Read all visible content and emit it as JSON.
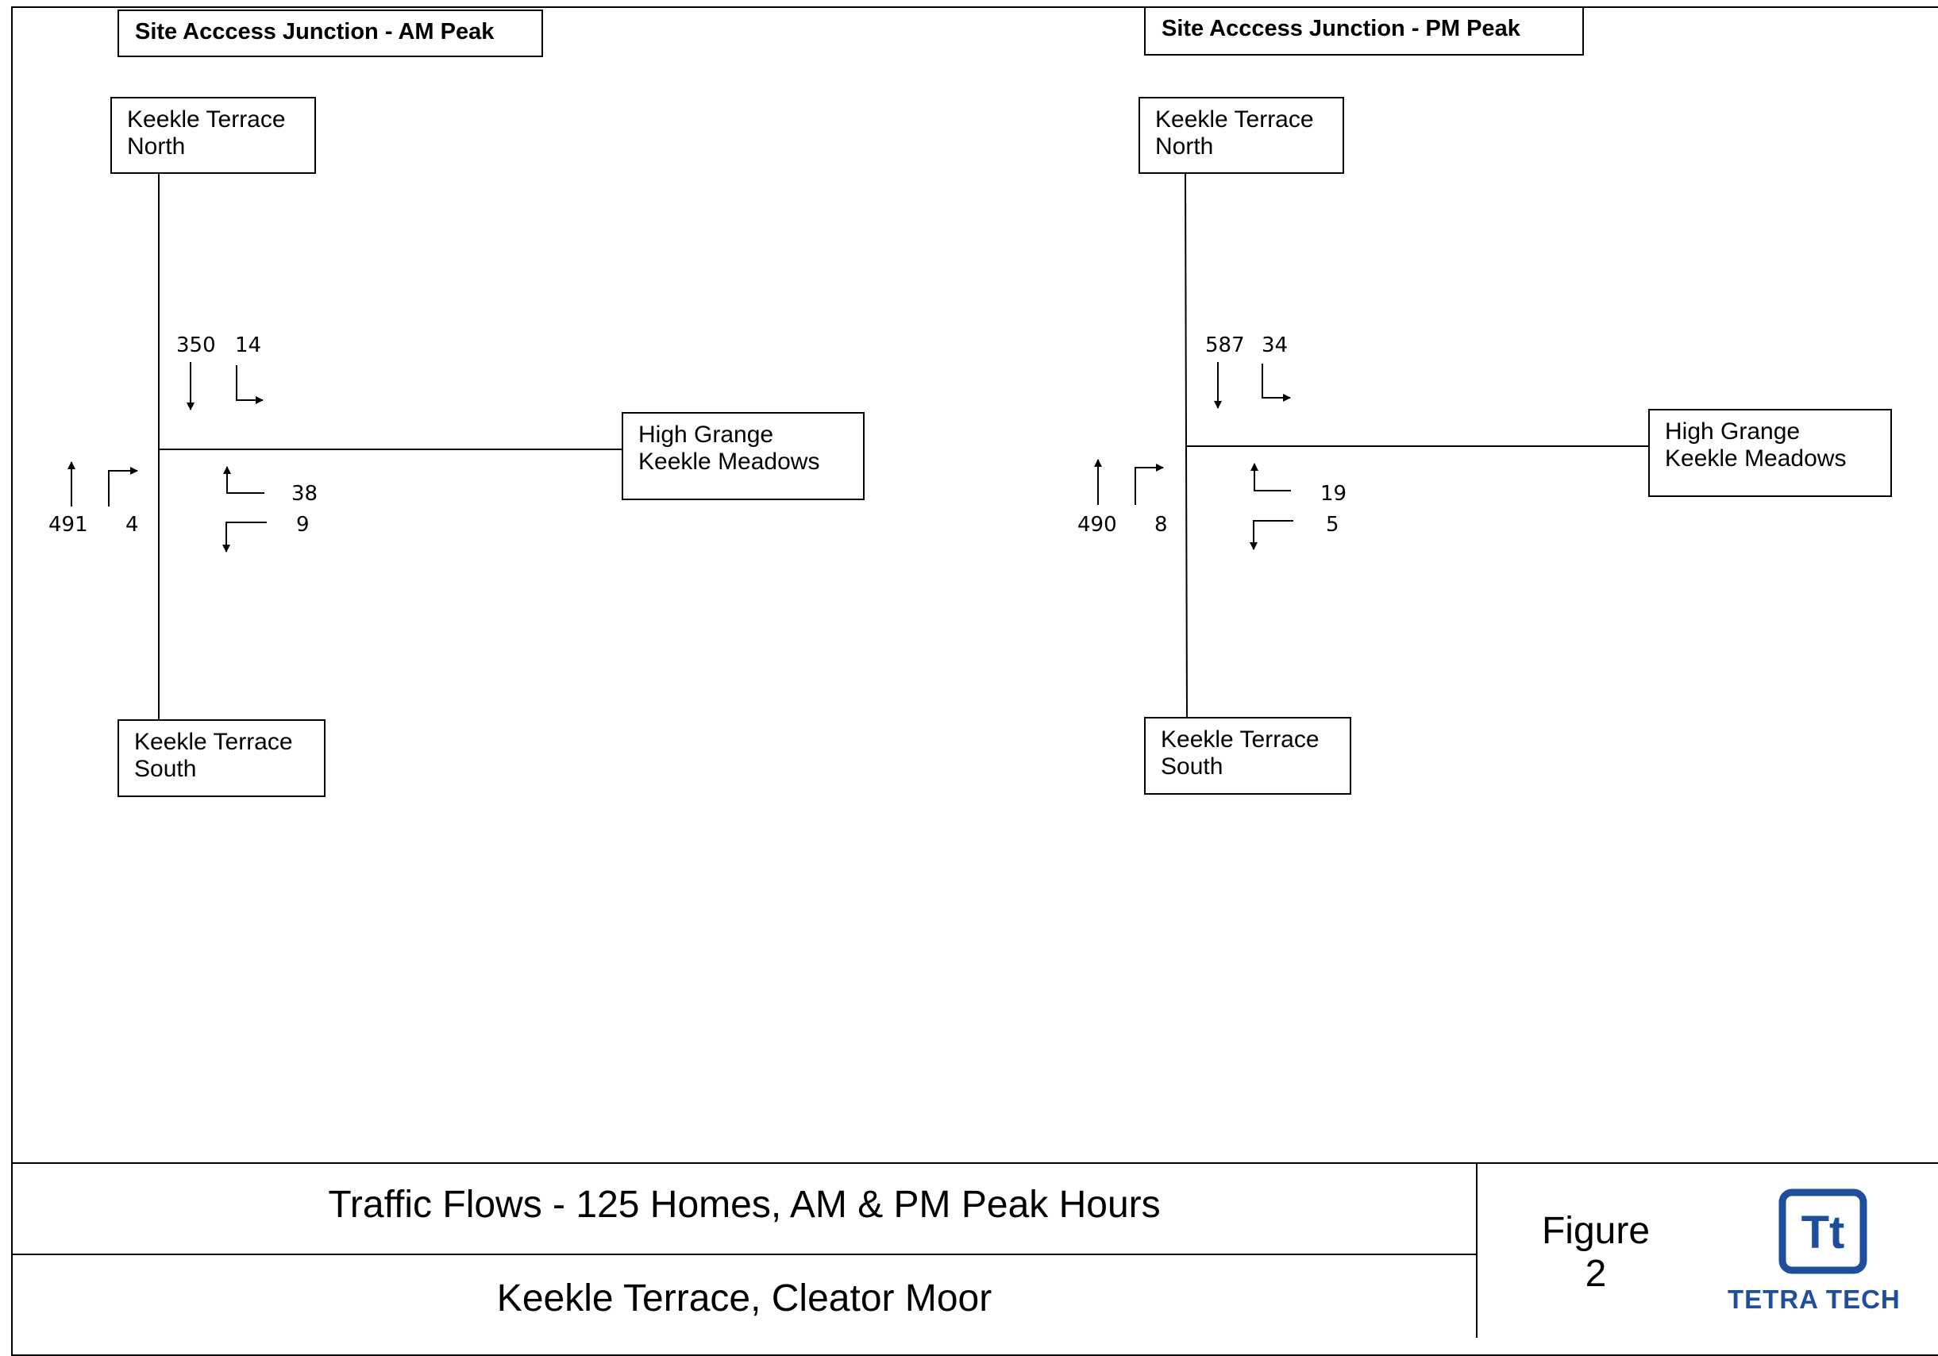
{
  "am": {
    "title": "Site Acccess Junction - AM Peak",
    "north_line1": "Keekle Terrace",
    "north_line2": "North",
    "south_line1": "Keekle Terrace",
    "south_line2": "South",
    "east_line1": "High Grange",
    "east_line2": "Keekle Meadows",
    "flows": {
      "southbound_ahead": "350",
      "southbound_left": "14",
      "northbound_ahead": "491",
      "northbound_right": "4",
      "minor_left_out": "38",
      "minor_right_out": "9"
    }
  },
  "pm": {
    "title": "Site Acccess Junction - PM Peak",
    "north_line1": "Keekle Terrace",
    "north_line2": "North",
    "south_line1": "Keekle Terrace",
    "south_line2": "South",
    "east_line1": "High Grange",
    "east_line2": "Keekle Meadows",
    "flows": {
      "southbound_ahead": "587",
      "southbound_left": "34",
      "northbound_ahead": "490",
      "northbound_right": "8",
      "minor_left_out": "19",
      "minor_right_out": "5"
    }
  },
  "footer": {
    "title": "Traffic Flows - 125 Homes, AM & PM Peak Hours",
    "location": "Keekle Terrace, Cleator Moor",
    "figure_label": "Figure",
    "figure_number": "2",
    "logo_monogram": "Tt",
    "logo_text": "TETRA TECH",
    "brand_color": "#1f4e9c"
  }
}
